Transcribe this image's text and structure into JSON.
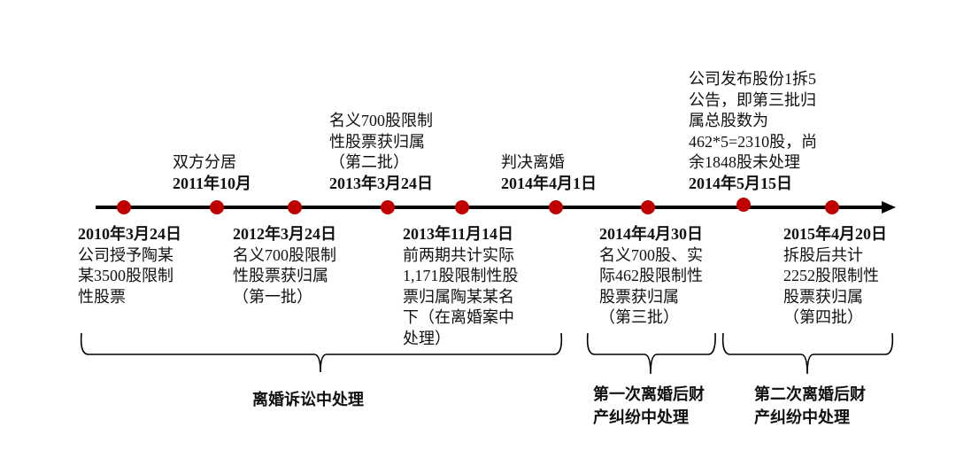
{
  "colors": {
    "line": "#000000",
    "dot": "#c00000"
  },
  "events": [
    {
      "id": "e2010",
      "date": "2010年3月24日",
      "lines": [
        "公司授予陶某",
        "某3500股限制",
        "性股票"
      ],
      "position": "below"
    },
    {
      "id": "e2011",
      "date": "2011年10月",
      "lines": [
        "双方分居"
      ],
      "position": "above"
    },
    {
      "id": "e2012",
      "date": "2012年3月24日",
      "lines": [
        "名义700股限制",
        "性股票获归属",
        "（第一批）"
      ],
      "position": "below"
    },
    {
      "id": "e2013a",
      "date": "2013年3月24日",
      "lines": [
        "名义700股限制",
        "性股票获归属",
        "（第二批）"
      ],
      "position": "above"
    },
    {
      "id": "e2013b",
      "date": "2013年11月14日",
      "lines": [
        "前两期共计实际",
        "1,171股限制性股",
        "票归属陶某某名",
        "下（在离婚案中",
        "处理）"
      ],
      "position": "below"
    },
    {
      "id": "e2014a",
      "date": "2014年4月1日",
      "lines": [
        "判决离婚"
      ],
      "position": "above"
    },
    {
      "id": "e2014b",
      "date": "2014年4月30日",
      "lines": [
        "名义700股、实",
        "际462股限制性",
        "股票获归属",
        "（第三批）"
      ],
      "position": "below"
    },
    {
      "id": "e2014c",
      "date": "2014年5月15日",
      "lines": [
        "公司发布股份1拆5",
        "公告，即第三批归",
        "属总股数为",
        "462*5=2310股，尚",
        "余1848股未处理"
      ],
      "position": "above"
    },
    {
      "id": "e2015",
      "date": "2015年4月20日",
      "lines": [
        "拆股后共计",
        "2252股限制性",
        "股票获归属",
        "（第四批）"
      ],
      "position": "below"
    }
  ],
  "groups": [
    {
      "lines": [
        "离婚诉讼中处理"
      ]
    },
    {
      "lines": [
        "第一次离婚后财",
        "产纠纷中处理"
      ]
    },
    {
      "lines": [
        "第二次离婚后财",
        "产纠纷中处理"
      ]
    }
  ]
}
